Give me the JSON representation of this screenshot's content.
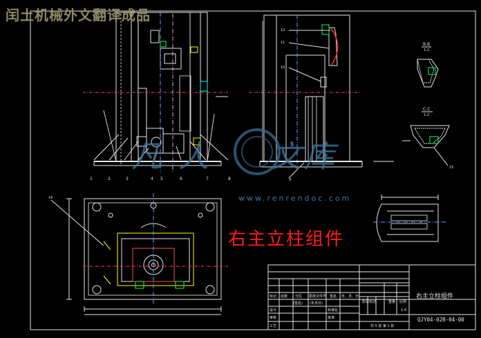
{
  "overlay_title": "闰土机械外文翻译成品",
  "drawing_label": "右主立柱组件",
  "watermark": {
    "chars": [
      "凡",
      "人",
      "文",
      "库"
    ],
    "url": "www.renrendoc.com"
  },
  "section_views": {
    "bb": {
      "name": "B-B",
      "scale": "1:2"
    },
    "cc": {
      "name": "C-C",
      "scale": "1:2"
    }
  },
  "balloons_front": [
    "1",
    "2",
    "3",
    "4",
    "5",
    "6",
    "7",
    "8"
  ],
  "balloons_side": [
    "12",
    "11",
    "10",
    "9"
  ],
  "balloon_plan": "16",
  "balloon_right": "15",
  "title_block": {
    "part_name": "右主立柱组件",
    "drawing_no": "QJY04-02B-04-00",
    "row_labels": [
      "标记",
      "处数",
      "分区",
      "更改文件号",
      "签名",
      "年、月、日"
    ],
    "sign_labels": [
      "(签名)",
      "(年月日)"
    ],
    "stage_label": "阶段标记",
    "weight_label": "重量",
    "scale_label": "比例",
    "scale_value": "1:4",
    "design": "设计",
    "standardize": "标准化",
    "review": "审核",
    "process": "工艺",
    "approve": "批准",
    "sheets": "共 5 张  第 1 张"
  }
}
